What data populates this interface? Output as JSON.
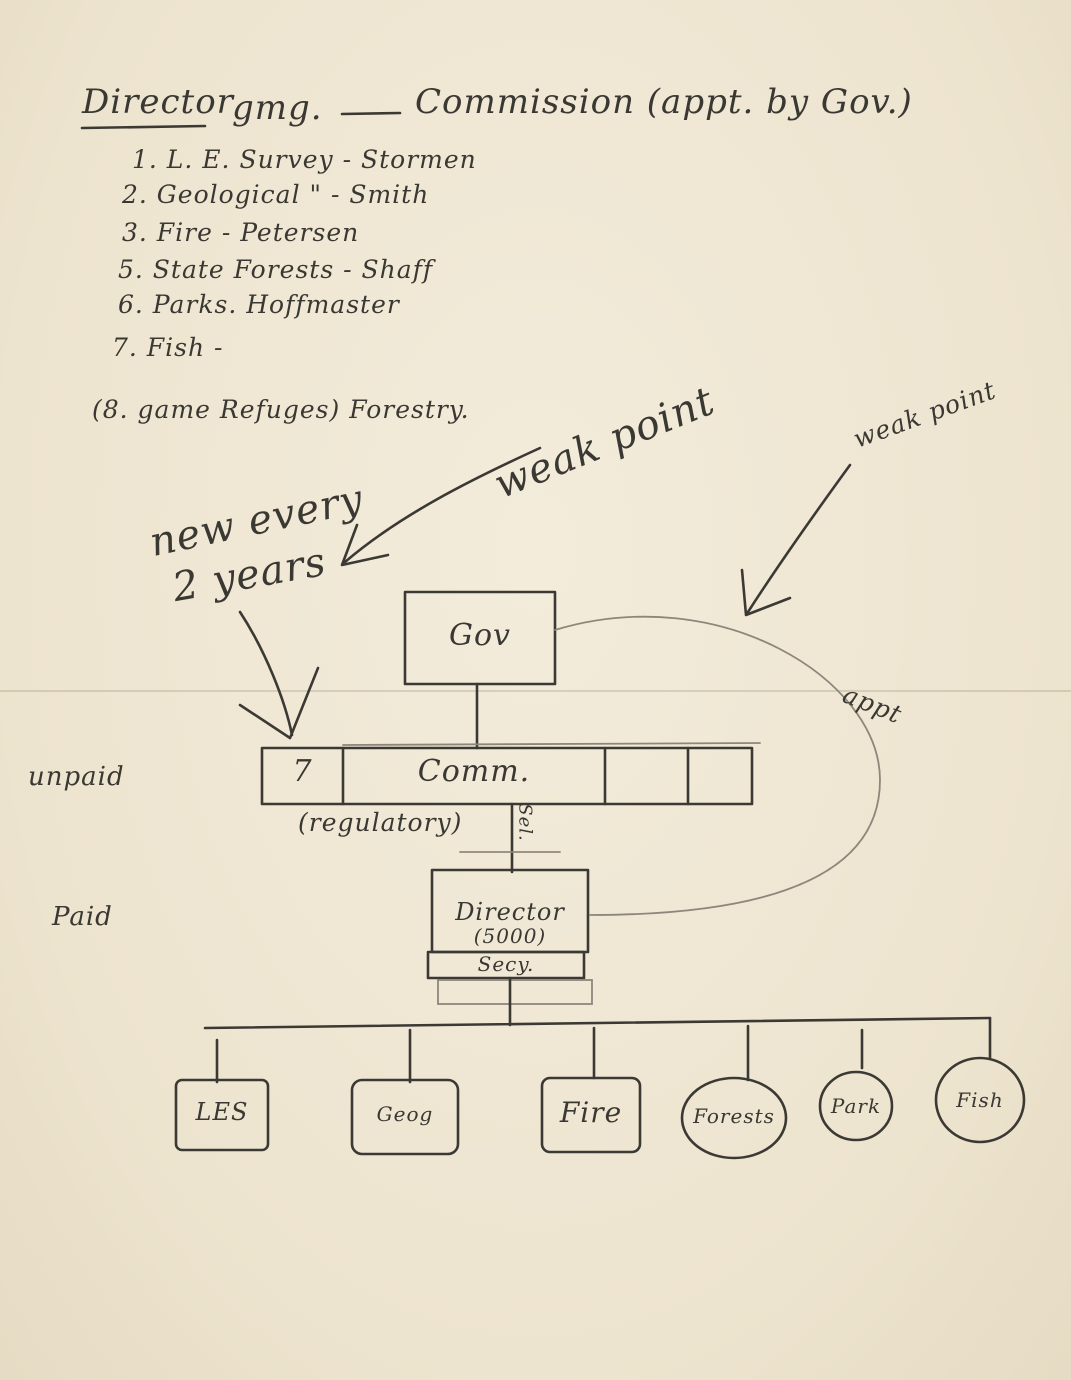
{
  "heading": {
    "left": "Director",
    "mid": "gmg.",
    "right": "Commission (appt. by Gov.)"
  },
  "list": [
    "1. L. E. Survey - Stormen",
    "2. Geological \" - Smith",
    "3. Fire - Petersen",
    "5. State Forests - Shaff",
    "6. Parks. Hoffmaster",
    "7. Fish -",
    "(8. game Refuges) Forestry."
  ],
  "annotations": {
    "new_every": "new every",
    "two_years": "2 years",
    "weak_point_1": "weak point",
    "weak_point_2": "weak point",
    "appt": "appt",
    "unpaid": "unpaid",
    "paid": "Paid",
    "sel": "Sel.",
    "regulatory": "(regulatory)"
  },
  "org": {
    "gov": "Gov",
    "commission_count": "7",
    "commission": "Comm.",
    "director": "Director",
    "salary": "(5000)",
    "secy": "Secy.",
    "divisions": [
      "LES",
      "Geog",
      "Fire",
      "Forests",
      "Park",
      "Fish"
    ]
  }
}
